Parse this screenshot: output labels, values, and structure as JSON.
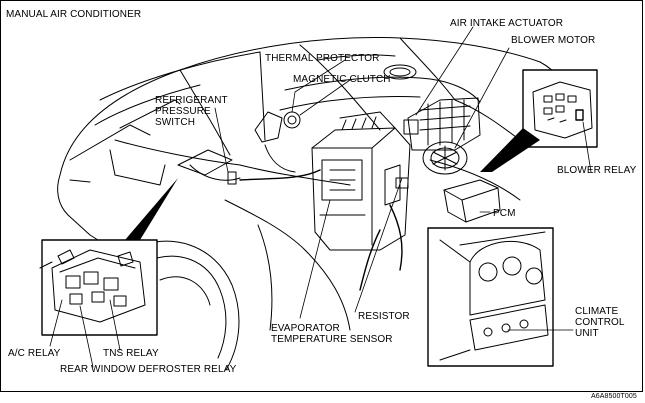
{
  "title": "MANUAL AIR CONDITIONER",
  "figure_code": "A6A8500T005",
  "labels": {
    "thermal_protector": "THERMAL PROTECTOR",
    "magnetic_clutch": "MAGNETIC CLUTCH",
    "refrigerant_pressure_switch": "REFRIGERANT\nPRESSURE\nSWITCH",
    "air_intake_actuator": "AIR INTAKE ACTUATOR",
    "blower_motor": "BLOWER MOTOR",
    "blower_relay": "BLOWER RELAY",
    "pcm": "PCM",
    "resistor": "RESISTOR",
    "evaporator_temperature_sensor": "EVAPORATOR\nTEMPERATURE SENSOR",
    "climate_control_unit": "CLIMATE\nCONTROL\nUNIT",
    "ac_relay": "A/C RELAY",
    "tns_relay": "TNS RELAY",
    "rear_window_defroster_relay": "REAR WINDOW DEFROSTER RELAY"
  }
}
